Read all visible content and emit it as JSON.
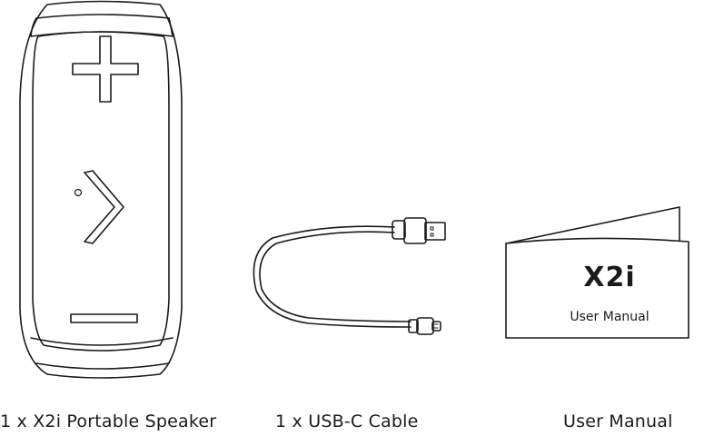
{
  "items": [
    {
      "id": "speaker",
      "caption": "1 x X2i Portable Speaker"
    },
    {
      "id": "cable",
      "caption": "1 x USB-C Cable"
    },
    {
      "id": "manual",
      "caption": "User Manual"
    }
  ],
  "manual": {
    "logo_text": "X2i",
    "subtitle": "User Manual"
  },
  "colors": {
    "line": "#1a1a1a",
    "background": "#ffffff"
  }
}
